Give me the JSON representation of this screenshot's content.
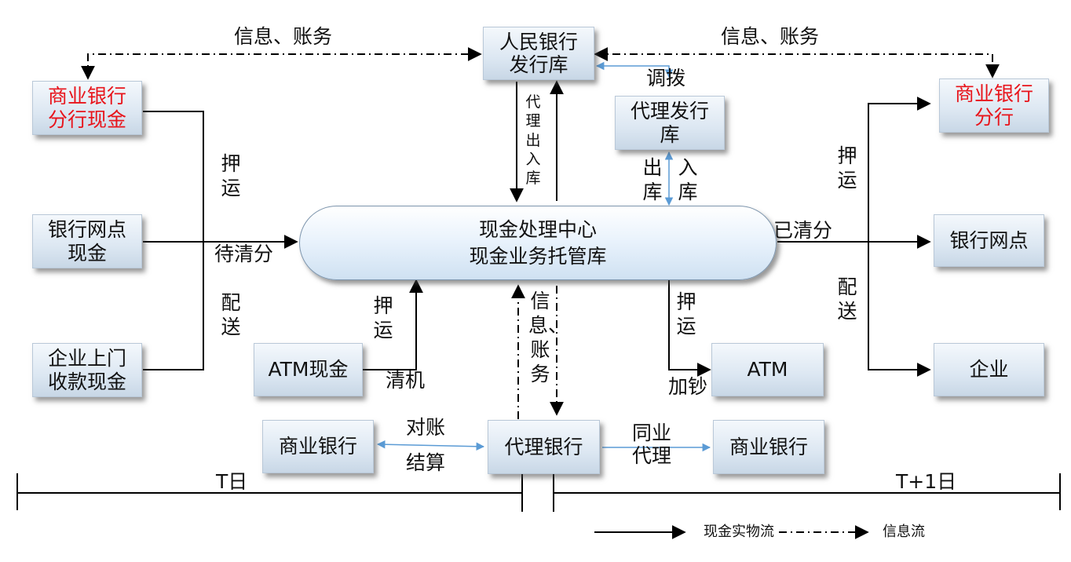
{
  "boxes": {
    "pbc": "人民银行\n发行库",
    "proxy_issue": "代理发行\n库",
    "cb_branch_cash": "商业银行\n分行现金",
    "cb_branch": "商业银行\n分行",
    "outlet_cash": "银行网点\n现金",
    "outlet": "银行网点",
    "corp_cash": "企业上门\n收款现金",
    "corp": "企业",
    "atm_cash": "ATM现金",
    "atm": "ATM",
    "cb_left": "商业银行",
    "agent_bank": "代理银行",
    "cb_right": "商业银行",
    "center": "现金处理中心\n现金业务托管库"
  },
  "labels": {
    "info_left": "信息、账务",
    "info_right": "信息、账务",
    "transfer": "调拨",
    "proxy_inout": "代理出入库",
    "out": "出库",
    "in": "入库",
    "escort_left": "押运",
    "deliver_left": "配送",
    "pending": "待清分",
    "sorted": "已清分",
    "escort_right": "押运",
    "deliver_right": "配送",
    "escort_atm_cash": "押运",
    "clear_machine": "清机",
    "info_center": "信息、账务",
    "escort_atm": "押运",
    "add_cash": "加钞",
    "reconcile": "对账",
    "settle": "结算",
    "interbank": "同业\n代理",
    "t_day": "T日",
    "t1_day": "T+1日"
  },
  "legend": {
    "cash_flow": "现金实物流",
    "info_flow": "信息流"
  },
  "colors": {
    "branch_red": "#e8141b",
    "blue_arrow": "#5b9bd5"
  }
}
